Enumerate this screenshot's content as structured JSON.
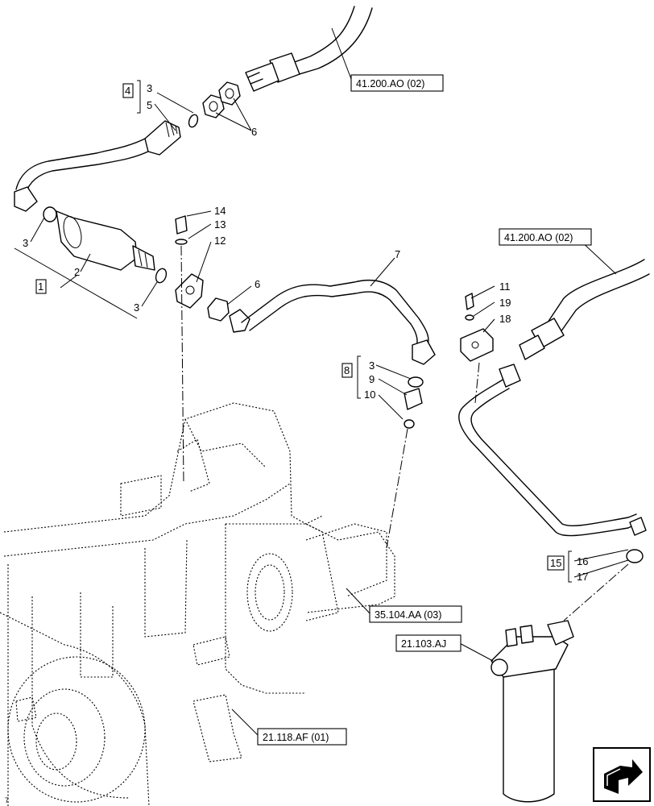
{
  "callouts": {
    "c3a": "3",
    "c5": "5",
    "c6a": "6",
    "c3b": "3",
    "c2": "2",
    "c3c": "3",
    "c14": "14",
    "c13": "13",
    "c12": "12",
    "c6b": "6",
    "c7": "7",
    "c3d": "3",
    "c9": "9",
    "c10": "10",
    "c11": "11",
    "c19": "19",
    "c18": "18",
    "c16": "16",
    "c17": "17"
  },
  "kits": {
    "k4": "4",
    "k1": "1",
    "k8": "8",
    "k15": "15"
  },
  "references": {
    "r1": "41.200.AO (02)",
    "r2": "41.200.AO (02)",
    "r3": "35.104.AA (03)",
    "r4": "21.103.AJ",
    "r5": "21.118.AF (01)"
  },
  "corner_mark": "7",
  "nav_icon": "next-page-arrow-icon"
}
